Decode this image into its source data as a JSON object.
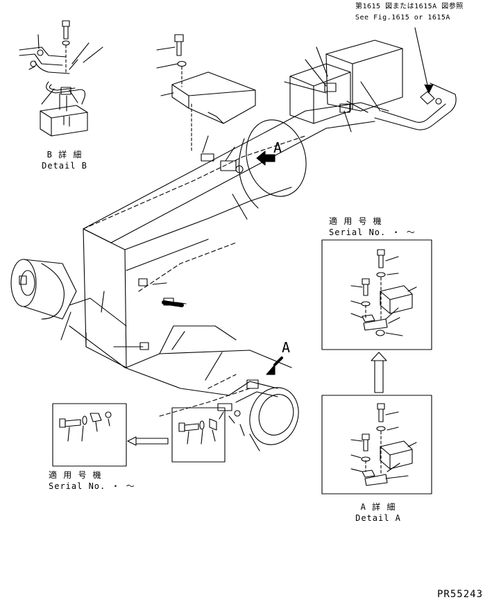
{
  "reference_note": {
    "jp": "第1615 図または1615A 図参照",
    "en": "See Fig.1615 or 1615A"
  },
  "detail_b": {
    "jp": "B 詳 細",
    "en": "Detail B"
  },
  "detail_a": {
    "jp": "A 詳 細",
    "en": "Detail A"
  },
  "serial_box_upper": {
    "jp": "適 用 号 機",
    "en": "Serial No.  ・ ～"
  },
  "serial_box_lower": {
    "jp": "適 用 号 機",
    "en": "Serial No.  ・ ～"
  },
  "view_marker_top": "A",
  "view_marker_bottom": "A",
  "drawing_number": "PR55243",
  "colors": {
    "line": "#000000",
    "paper": "#ffffff"
  }
}
